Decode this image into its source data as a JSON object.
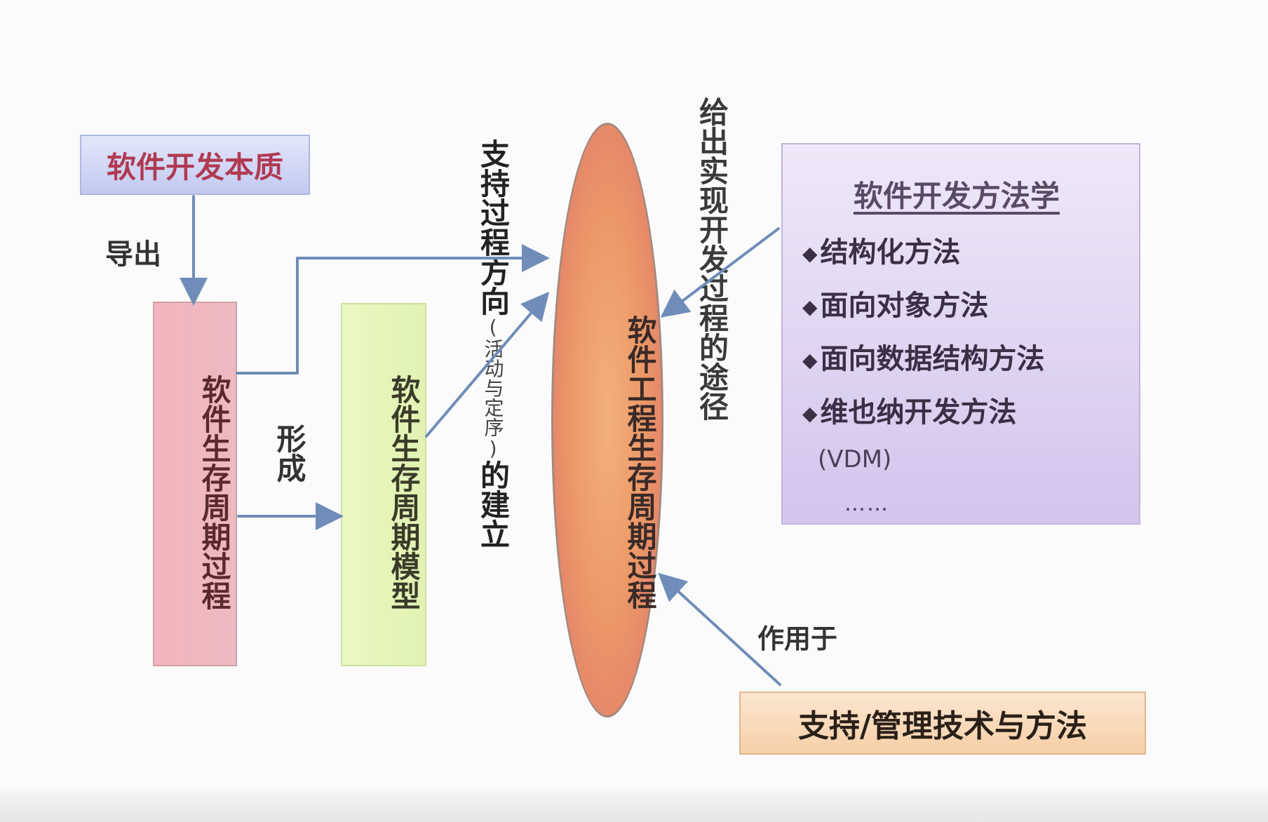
{
  "boxes": {
    "essence": "软件开发本质",
    "lifecycle_process": "软件生存周期过程",
    "lifecycle_model": "软件生存周期模型",
    "engineering_process": "软件工程生存周期过程",
    "support_methods": "支持/管理技术与方法"
  },
  "methodology": {
    "title": "软件开发方法学",
    "bullet": "◆",
    "items": [
      "结构化方法",
      "面向对象方法",
      "面向数据结构方法",
      "维也纳开发方法"
    ],
    "vdm": "(VDM)",
    "more": "……"
  },
  "labels": {
    "derive": "导出",
    "form": "形成",
    "support_direction": "支持过程方向",
    "support_direction_paren": "(活动与定序)",
    "support_direction_end": "的建立",
    "give_way": "给出实现开发过程的途径",
    "act_on": "作用于"
  },
  "colors": {
    "arrow": "#6f8db8"
  }
}
